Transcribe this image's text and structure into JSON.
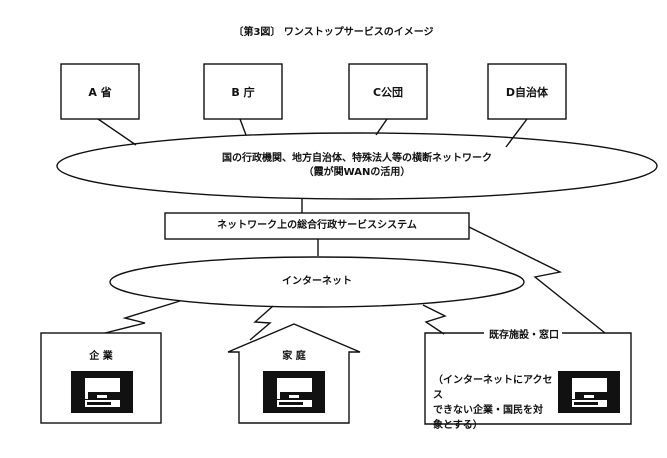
{
  "title": "〔第3図〕 ワンストップサービスのイメージ",
  "agencies": [
    {
      "label": "A 省"
    },
    {
      "label": "B 庁"
    },
    {
      "label": "C公団"
    },
    {
      "label": "D自治体"
    }
  ],
  "gov_network": {
    "line1": "国の行政機関、地方自治体、特殊法人等の横断ネットワーク",
    "line2": "（霞が関WANの活用）"
  },
  "service_system": {
    "label": "ネットワーク上の総合行政サービスシステム"
  },
  "internet": {
    "label": "インターネット"
  },
  "endpoints": {
    "enterprise": {
      "label": "企 業",
      "icon": "computer-terminal-icon"
    },
    "household": {
      "label": "家 庭",
      "icon": "computer-terminal-icon"
    },
    "existing_facility": {
      "label": "既存施設・窓口",
      "note": "（インターネットにアクセス\nできない企業・国民を対\n象とする）",
      "icon": "computer-terminal-icon"
    }
  }
}
